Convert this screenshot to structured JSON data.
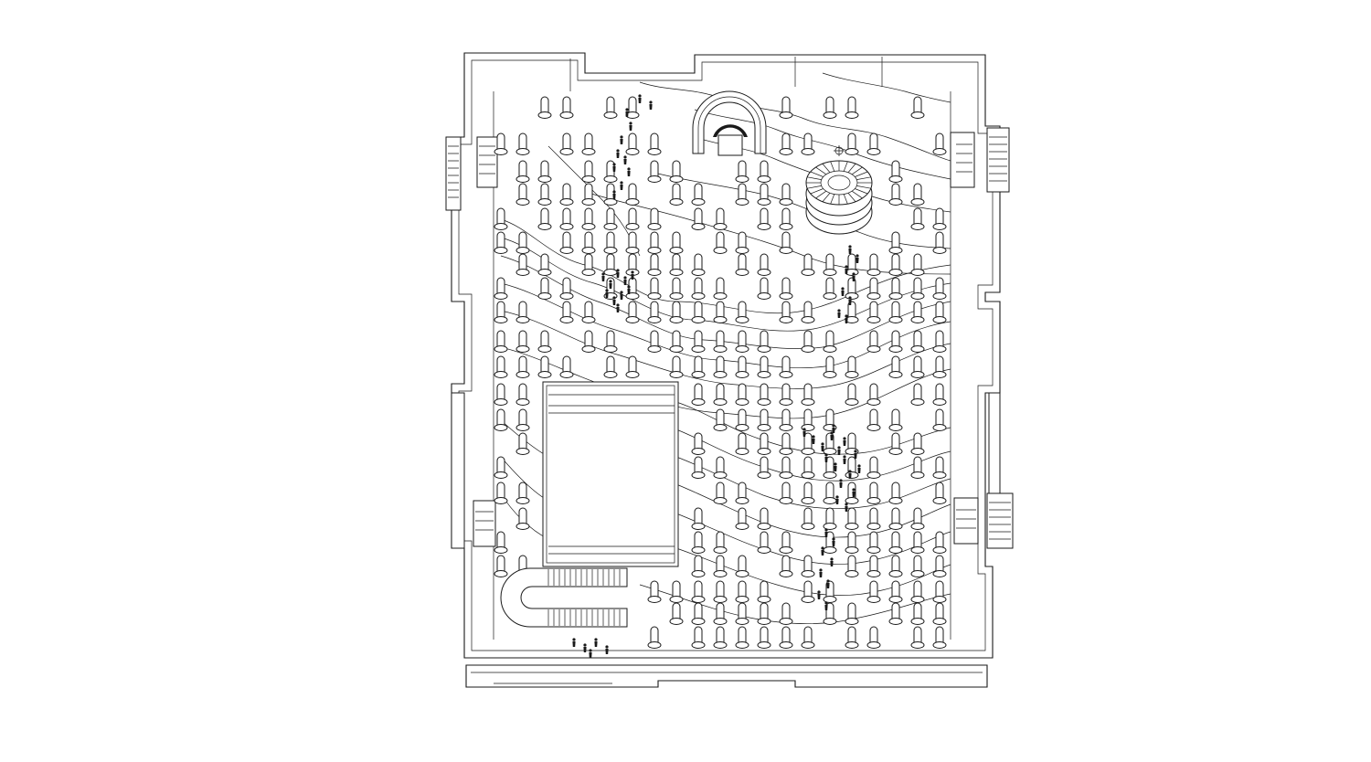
{
  "colors": {
    "background": "#ffffff",
    "ink": "#1a1a1a"
  },
  "drawing": {
    "elements": [
      {
        "name": "outer-wall",
        "icon": "wall-outline"
      },
      {
        "name": "column-grid",
        "icon": "column-icon"
      },
      {
        "name": "topographic-contours",
        "icon": "contour-line"
      },
      {
        "name": "amphitheatre",
        "icon": "semicircle-seating"
      },
      {
        "name": "spiral-stair",
        "icon": "spiral-icon"
      },
      {
        "name": "pool-basin",
        "icon": "rectangle-basin"
      },
      {
        "name": "u-ramp",
        "icon": "ramp-icon"
      },
      {
        "name": "people-groups",
        "icon": "person-figure"
      }
    ]
  }
}
